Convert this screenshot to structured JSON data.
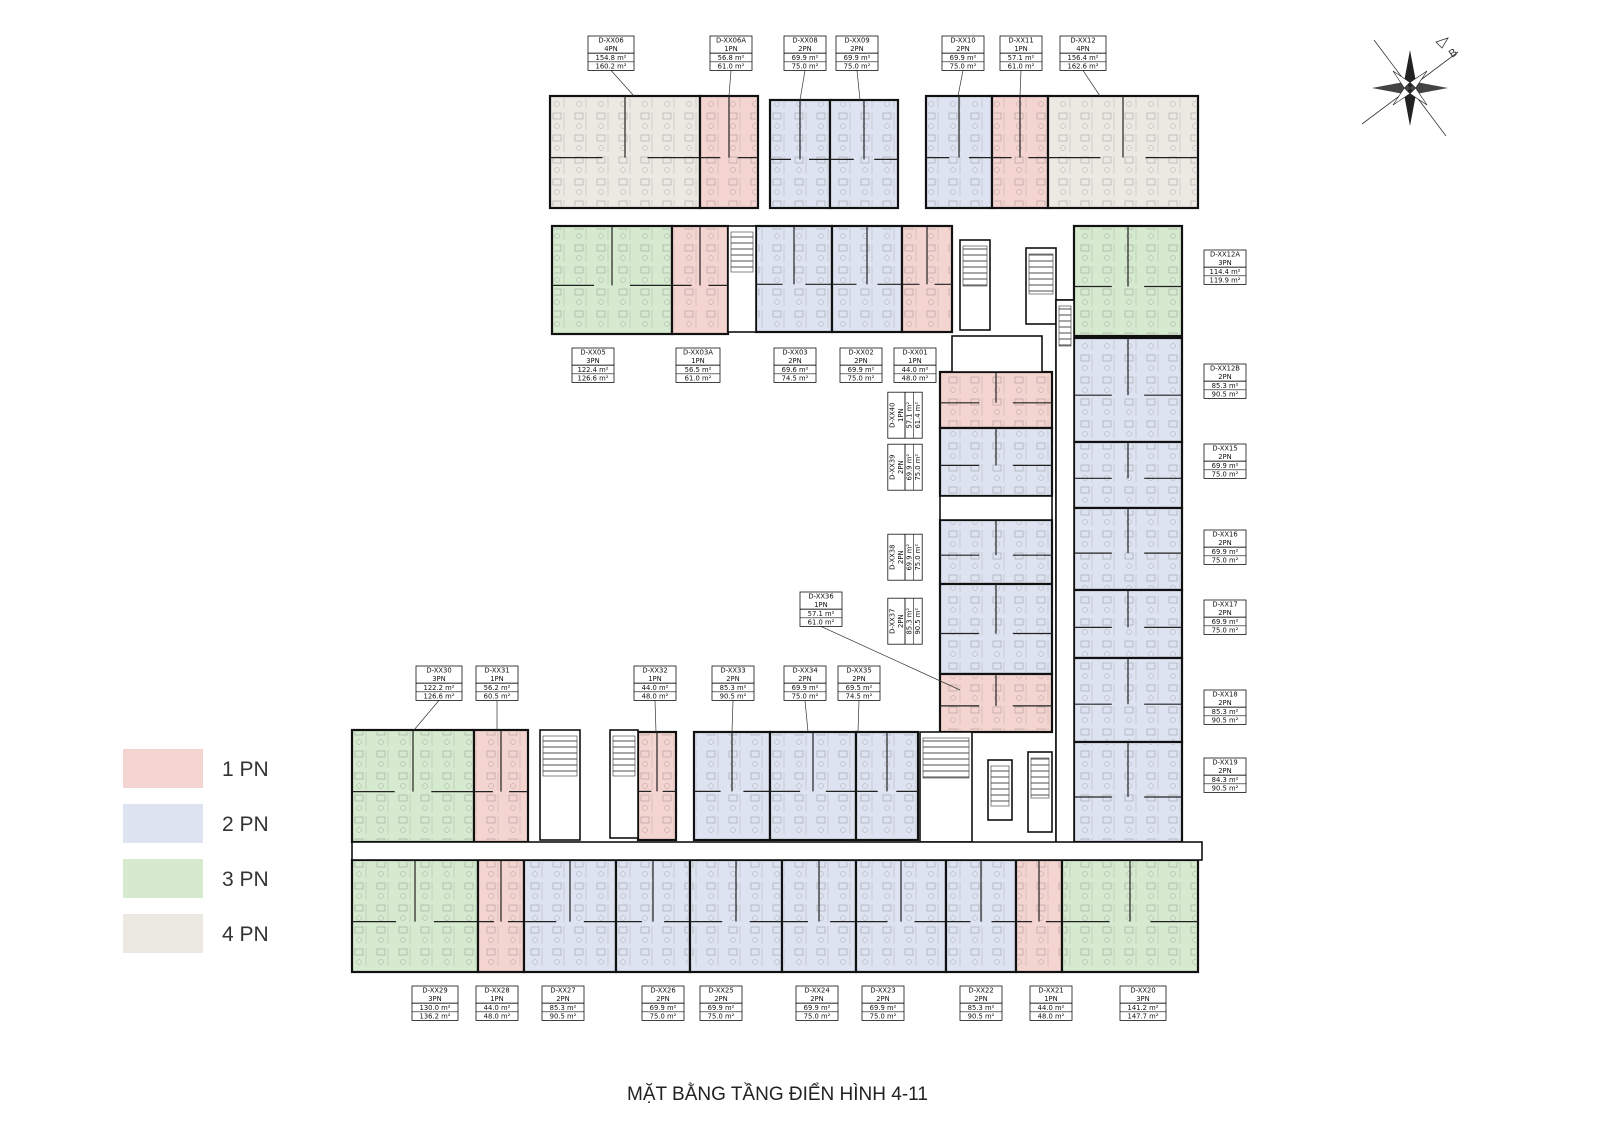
{
  "title": "MẶT BẰNG TẦNG ĐIỂN HÌNH 4-11",
  "compass_label": "B",
  "area_unit": "m²",
  "legend": [
    {
      "key": "1PN",
      "label": "1 PN",
      "color": "#f3d4d0"
    },
    {
      "key": "2PN",
      "label": "2 PN",
      "color": "#dde3f0"
    },
    {
      "key": "3PN",
      "label": "3 PN",
      "color": "#d6ead0"
    },
    {
      "key": "4PN",
      "label": "4 PN",
      "color": "#ece9e3"
    }
  ],
  "units": [
    {
      "code": "D-XX06",
      "type": "4PN",
      "area1": "154.8",
      "area2": "160.2"
    },
    {
      "code": "D-XX06A",
      "type": "1PN",
      "area1": "56.8",
      "area2": "61.0"
    },
    {
      "code": "D-XX08",
      "type": "2PN",
      "area1": "69.9",
      "area2": "75.0"
    },
    {
      "code": "D-XX09",
      "type": "2PN",
      "area1": "69.9",
      "area2": "75.0"
    },
    {
      "code": "D-XX10",
      "type": "2PN",
      "area1": "69.9",
      "area2": "75.0"
    },
    {
      "code": "D-XX11",
      "type": "1PN",
      "area1": "57.1",
      "area2": "61.0"
    },
    {
      "code": "D-XX12",
      "type": "4PN",
      "area1": "156.4",
      "area2": "162.6"
    },
    {
      "code": "D-XX05",
      "type": "3PN",
      "area1": "122.4",
      "area2": "126.6"
    },
    {
      "code": "D-XX03A",
      "type": "1PN",
      "area1": "56.5",
      "area2": "61.0"
    },
    {
      "code": "D-XX03",
      "type": "2PN",
      "area1": "69.6",
      "area2": "74.5"
    },
    {
      "code": "D-XX02",
      "type": "2PN",
      "area1": "69.9",
      "area2": "75.0"
    },
    {
      "code": "D-XX01",
      "type": "1PN",
      "area1": "44.0",
      "area2": "48.0"
    },
    {
      "code": "D-XX12A",
      "type": "3PN",
      "area1": "114.4",
      "area2": "119.9"
    },
    {
      "code": "D-XX12B",
      "type": "2PN",
      "area1": "85.3",
      "area2": "90.5"
    },
    {
      "code": "D-XX15",
      "type": "2PN",
      "area1": "69.9",
      "area2": "75.0"
    },
    {
      "code": "D-XX16",
      "type": "2PN",
      "area1": "69.9",
      "area2": "75.0"
    },
    {
      "code": "D-XX17",
      "type": "2PN",
      "area1": "69.9",
      "area2": "75.0"
    },
    {
      "code": "D-XX18",
      "type": "2PN",
      "area1": "85.3",
      "area2": "90.5"
    },
    {
      "code": "D-XX19",
      "type": "2PN",
      "area1": "84.3",
      "area2": "90.5"
    },
    {
      "code": "D-XX40",
      "type": "1PN",
      "area1": "57.1",
      "area2": "61.4"
    },
    {
      "code": "D-XX39",
      "type": "2PN",
      "area1": "69.9",
      "area2": "75.0"
    },
    {
      "code": "D-XX38",
      "type": "2PN",
      "area1": "69.9",
      "area2": "75.0"
    },
    {
      "code": "D-XX37",
      "type": "2PN",
      "area1": "85.3",
      "area2": "90.5"
    },
    {
      "code": "D-XX36",
      "type": "1PN",
      "area1": "57.1",
      "area2": "61.0"
    },
    {
      "code": "D-XX30",
      "type": "3PN",
      "area1": "122.2",
      "area2": "126.6"
    },
    {
      "code": "D-XX31",
      "type": "1PN",
      "area1": "56.2",
      "area2": "60.5"
    },
    {
      "code": "D-XX32",
      "type": "1PN",
      "area1": "44.0",
      "area2": "48.0"
    },
    {
      "code": "D-XX33",
      "type": "2PN",
      "area1": "85.3",
      "area2": "90.5"
    },
    {
      "code": "D-XX34",
      "type": "2PN",
      "area1": "69.9",
      "area2": "75.0"
    },
    {
      "code": "D-XX35",
      "type": "2PN",
      "area1": "69.5",
      "area2": "74.5"
    },
    {
      "code": "D-XX29",
      "type": "3PN",
      "area1": "130.0",
      "area2": "136.2"
    },
    {
      "code": "D-XX28",
      "type": "1PN",
      "area1": "44.0",
      "area2": "48.0"
    },
    {
      "code": "D-XX27",
      "type": "2PN",
      "area1": "85.3",
      "area2": "90.5"
    },
    {
      "code": "D-XX26",
      "type": "2PN",
      "area1": "69.9",
      "area2": "75.0"
    },
    {
      "code": "D-XX25",
      "type": "2PN",
      "area1": "69.9",
      "area2": "75.0"
    },
    {
      "code": "D-XX24",
      "type": "2PN",
      "area1": "69.9",
      "area2": "75.0"
    },
    {
      "code": "D-XX23",
      "type": "2PN",
      "area1": "69.9",
      "area2": "75.0"
    },
    {
      "code": "D-XX22",
      "type": "2PN",
      "area1": "85.3",
      "area2": "90.5"
    },
    {
      "code": "D-XX21",
      "type": "1PN",
      "area1": "44.0",
      "area2": "48.0"
    },
    {
      "code": "D-XX20",
      "type": "3PN",
      "area1": "141.2",
      "area2": "147.7"
    }
  ]
}
